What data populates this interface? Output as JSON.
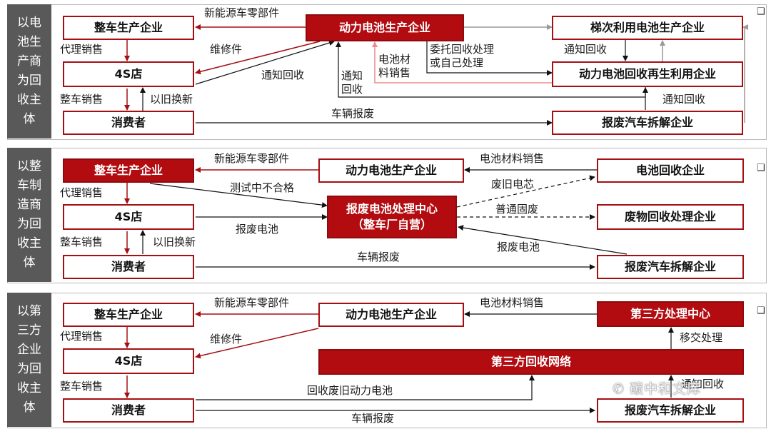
{
  "bullet": "❑",
  "watermark": "碳中和文库",
  "colors": {
    "accent": "#b20c11",
    "side_bg": "#595959",
    "pink_arrow": "#f08a8a"
  },
  "panels": [
    {
      "title": "以电池生产商为回收主体",
      "nodes": {
        "oem": "整车生产企业",
        "dealer": "4S店",
        "consumer": "消费者",
        "battery_maker": "动力电池生产企业",
        "cascade": "梯次利用电池生产企业",
        "recycler": "动力电池回收再生利用企业",
        "dismantler": "报废汽车拆解企业"
      },
      "labels": {
        "parts": "新能源车零部件",
        "agency": "代理销售",
        "repair": "维修件",
        "notify1": "通知回收",
        "vehicle_sale": "整车销售",
        "tradein": "以旧换新",
        "notify2": "通知\n回收",
        "material_sale": "电池材\n料销售",
        "entrust": "委托回收处理\n或自己处理",
        "notify3": "通知回收",
        "notify4": "通知回收",
        "scrap": "车辆报废"
      }
    },
    {
      "title": "以整车制造商为回收主体",
      "nodes": {
        "oem": "整车生产企业",
        "battery_maker": "动力电池生产企业",
        "cell_recycler": "电池回收企业",
        "dealer": "4S店",
        "center": "报废电池处理中心\n（整车厂自营）",
        "waste": "废物回收处理企业",
        "consumer": "消费者",
        "dismantler": "报废汽车拆解企业"
      },
      "labels": {
        "parts": "新能源车零部件",
        "material_sale": "电池材料销售",
        "agency": "代理销售",
        "failed": "测试中不合格",
        "old_cells": "废旧电芯",
        "solid_waste": "普通固废",
        "vehicle_sale": "整车销售",
        "tradein": "以旧换新",
        "scrap_batt1": "报废电池",
        "scrap_batt2": "报废电池",
        "scrap": "车辆报废"
      }
    },
    {
      "title": "以第三方企业为回收主体",
      "nodes": {
        "oem": "整车生产企业",
        "battery_maker": "动力电池生产企业",
        "third_center": "第三方处理中心",
        "dealer": "4S店",
        "network": "第三方回收网络",
        "consumer": "消费者",
        "dismantler": "报废汽车拆解企业"
      },
      "labels": {
        "parts": "新能源车零部件",
        "material_sale": "电池材料销售",
        "agency": "代理销售",
        "repair": "维修件",
        "handover": "移交处理",
        "vehicle_sale": "整车销售",
        "recycle_batt": "回收废旧动力电池",
        "notify": "通知回收",
        "scrap": "车辆报废"
      }
    }
  ]
}
